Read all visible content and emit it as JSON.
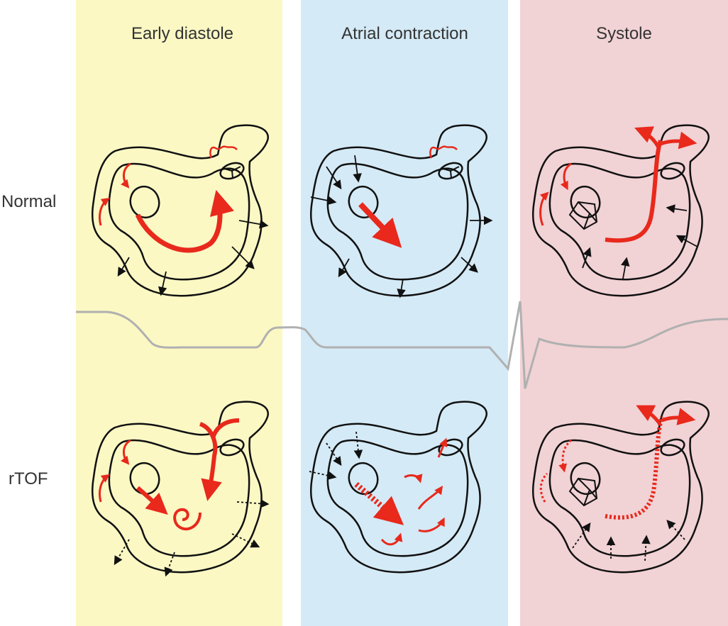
{
  "columns": [
    {
      "title": "Early diastole",
      "color": "#FBF8C4"
    },
    {
      "title": "Atrial contraction",
      "color": "#D4EAF6"
    },
    {
      "title": "Systole",
      "color": "#F1D2D5"
    }
  ],
  "rows": [
    {
      "label": "Normal"
    },
    {
      "label": "rTOF"
    }
  ],
  "colors": {
    "flow_arrow": "#E8291C",
    "outline": "#111111",
    "ecg_trace": "#B0B0B0"
  }
}
